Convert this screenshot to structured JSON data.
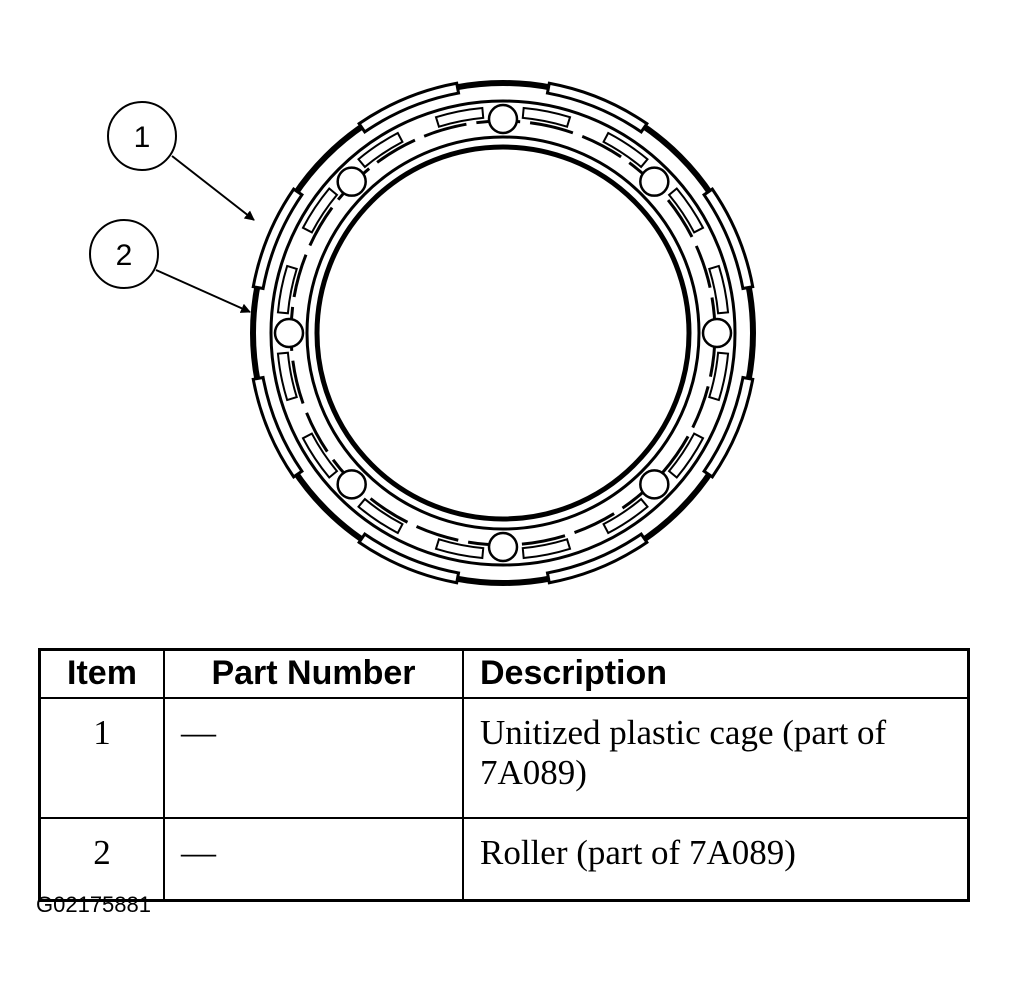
{
  "callouts": [
    {
      "label": "1",
      "target": "Unitized plastic cage"
    },
    {
      "label": "2",
      "target": "Roller"
    }
  ],
  "table": {
    "headers": [
      "Item",
      "Part Number",
      "Description"
    ],
    "rows": [
      {
        "item": "1",
        "part_number": "—",
        "description": "Unitized plastic cage (part of 7A089)"
      },
      {
        "item": "2",
        "part_number": "—",
        "description": "Roller (part of 7A089)"
      }
    ]
  },
  "figure_id": "G02175881"
}
